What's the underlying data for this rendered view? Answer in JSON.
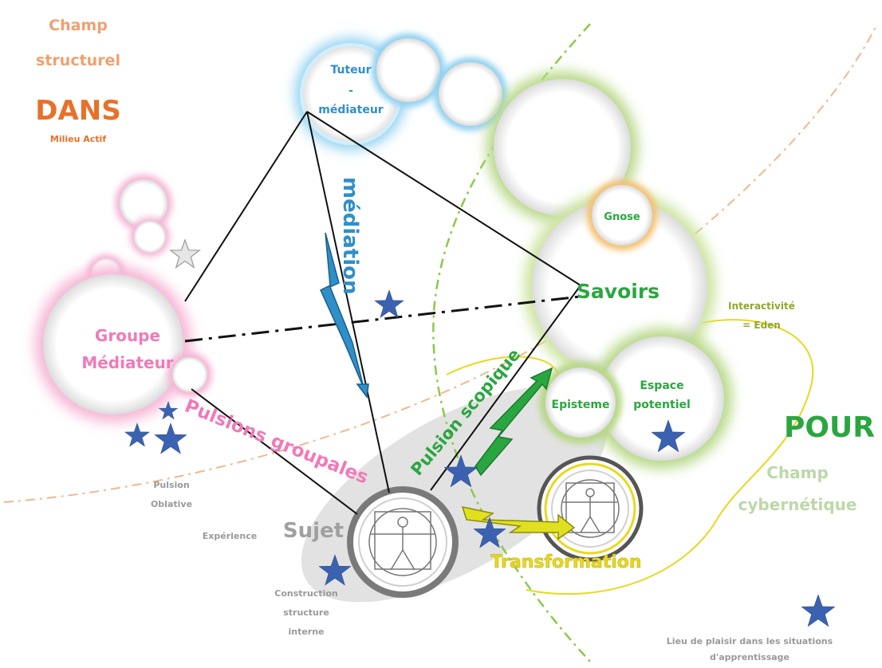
{
  "labels": {
    "champ_structurel_1": "Champ",
    "champ_structurel_2": "structurel",
    "dans": "DANS",
    "milieu_actif": "Milieu Actif",
    "tuteur_1": "Tuteur",
    "tuteur_2": "-",
    "tuteur_3": "médiateur",
    "mediation": "médiation",
    "gnose": "Gnose",
    "savoirs": "Savoirs",
    "interactivite_1": "Interactivité",
    "interactivite_2": "= Eden",
    "groupe_1": "Groupe",
    "groupe_2": "Médiateur",
    "pulsions_groupales": "Pulsions groupales",
    "pulsion_scopique": "Pulsion scopique",
    "episteme": "Episteme",
    "espace_1": "Espace",
    "espace_2": "potentiel",
    "pour": "POUR",
    "champ_cyber_1": "Champ",
    "champ_cyber_2": "cybernétique",
    "pulsion_oblative_1": "Pulsion",
    "pulsion_oblative_2": "Oblative",
    "experience": "Expérience",
    "sujet": "Sujet",
    "construction_1": "Construction",
    "construction_2": "structure",
    "construction_3": "interne",
    "transformation": "Transformation",
    "legend_1": "Lieu de plaisir dans les situations",
    "legend_2": "d'apprentissage"
  },
  "colors": {
    "orange_text": "#f0a070",
    "dans": "#e8702a",
    "blue": "#2f8fc8",
    "green": "#2aa640",
    "olive": "#8fa82a",
    "pink": "#f07ab8",
    "grey": "#a0a0a0",
    "yellow": "#e8d820",
    "star_blue": "#3a62b0"
  }
}
